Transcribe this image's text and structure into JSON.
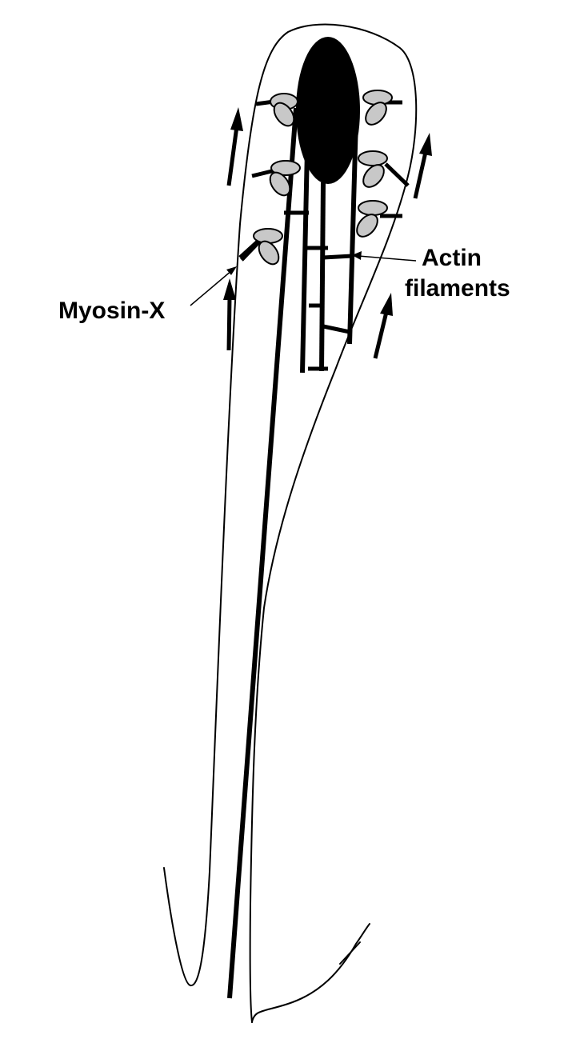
{
  "labels": {
    "myosin": "Myosin-X",
    "actin_line1": "Actin",
    "actin_line2": "filaments"
  },
  "colors": {
    "ink": "#000000",
    "motor_fill": "#c8c8c8",
    "background": "#ffffff"
  }
}
